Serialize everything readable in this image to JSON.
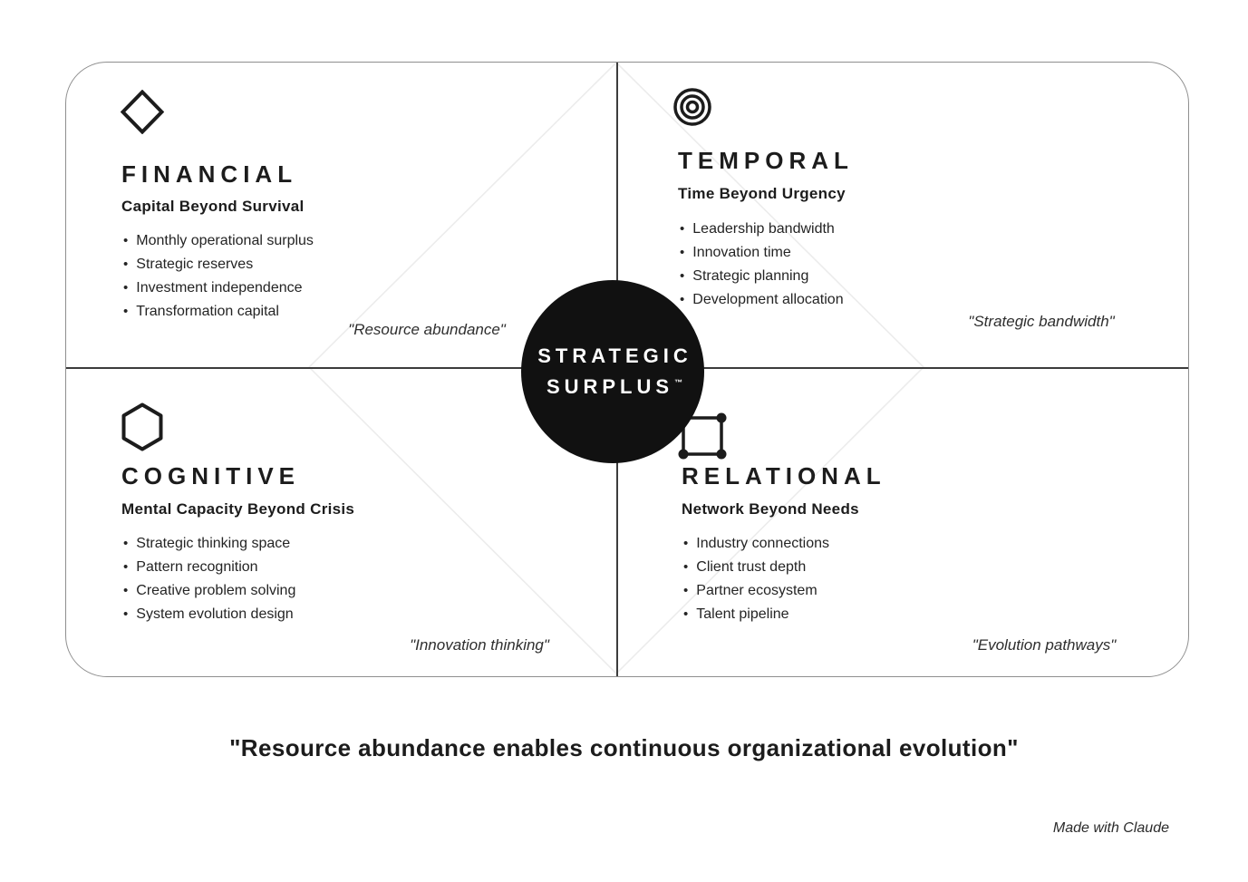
{
  "board": {
    "center_badge": {
      "line1": "STRATEGIC",
      "line2": "SURPLUS",
      "trademark": "™"
    },
    "quadrants": [
      {
        "id": "financial",
        "icon": "diamond-icon",
        "title": "FINANCIAL",
        "subtitle": "Capital Beyond Survival",
        "bullets": [
          "Monthly operational surplus",
          "Strategic reserves",
          "Investment independence",
          "Transformation capital"
        ],
        "quote": "\"Resource abundance\""
      },
      {
        "id": "temporal",
        "icon": "target-icon",
        "title": "TEMPORAL",
        "subtitle": "Time Beyond Urgency",
        "bullets": [
          "Leadership bandwidth",
          "Innovation time",
          "Strategic planning",
          "Development allocation"
        ],
        "quote": "\"Strategic bandwidth\""
      },
      {
        "id": "cognitive",
        "icon": "hexagon-icon",
        "title": "COGNITIVE",
        "subtitle": "Mental Capacity Beyond Crisis",
        "bullets": [
          "Strategic thinking space",
          "Pattern recognition",
          "Creative problem solving",
          "System evolution design"
        ],
        "quote": "\"Innovation thinking\""
      },
      {
        "id": "relational",
        "icon": "network-square-icon",
        "title": "RELATIONAL",
        "subtitle": "Network Beyond Needs",
        "bullets": [
          "Industry connections",
          "Client trust depth",
          "Partner ecosystem",
          "Talent pipeline"
        ],
        "quote": "\"Evolution pathways\""
      }
    ]
  },
  "footer": {
    "tagline": "\"Resource abundance enables continuous organizational evolution\"",
    "credit": "Made with Claude"
  },
  "colors": {
    "ink": "#1e1e1e",
    "badge_background": "#111111",
    "badge_text": "#ffffff",
    "outer_border": "#8f8f8f",
    "divider": "#3c3c3c",
    "faint_line": "#ececec"
  }
}
